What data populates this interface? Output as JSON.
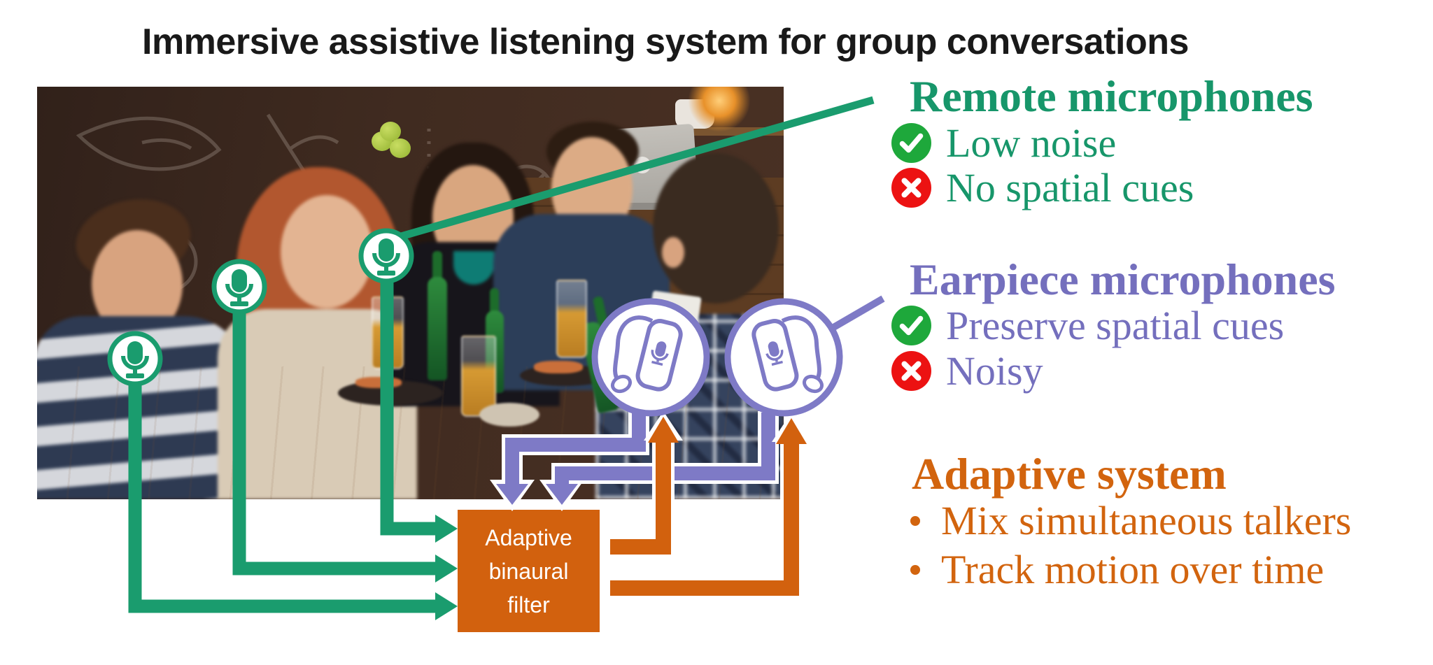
{
  "title": "Immersive assistive listening system for group conversations",
  "photo": {
    "description": "Five friends in lively conversation around a light-wood pub table with beer glasses, green bottles, plates and snacks; chalkboard wall and wooden bar with a laptop behind them"
  },
  "badges": {
    "remote_mic_icon": "microphone-icon",
    "remote_mic_count": 3,
    "earpiece_icon": "behind-the-ear-hearing-aid-icon",
    "earpiece_count": 2
  },
  "filter_box": {
    "line1": "Adaptive",
    "line2": "binaural",
    "line3": "filter"
  },
  "sections": {
    "remote": {
      "heading": "Remote microphones",
      "items": [
        {
          "icon": "check-circle-icon",
          "label": "Low noise"
        },
        {
          "icon": "cross-circle-icon",
          "label": "No spatial cues"
        }
      ]
    },
    "earpiece": {
      "heading": "Earpiece microphones",
      "items": [
        {
          "icon": "check-circle-icon",
          "label": "Preserve spatial cues"
        },
        {
          "icon": "cross-circle-icon",
          "label": "Noisy"
        }
      ]
    },
    "adaptive": {
      "heading": "Adaptive system",
      "items": [
        {
          "icon": "bullet-icon",
          "label": "Mix simultaneous talkers"
        },
        {
          "icon": "bullet-icon",
          "label": "Track motion over time"
        }
      ]
    }
  },
  "colors": {
    "green": "#1a9c6e",
    "green_text": "#17966a",
    "purple": "#7e7ac6",
    "purple_text": "#746fbd",
    "orange": "#d2610e",
    "check_green": "#1ea83b",
    "cross_red": "#ec1212",
    "title": "#191919"
  }
}
